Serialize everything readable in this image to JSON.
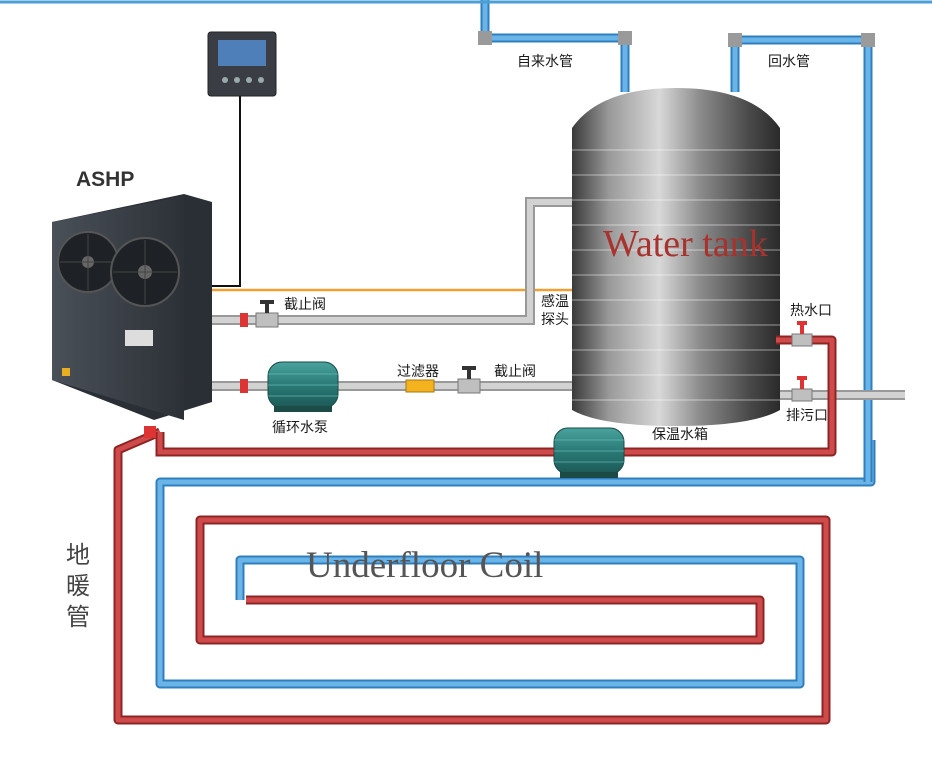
{
  "labels": {
    "ashp": "ASHP",
    "water_tank": "Water tank",
    "underfloor_coil": "Underfloor Coil",
    "tap_water_pipe": "自来水管",
    "return_pipe": "回水管",
    "shutoff_valve_top": "截止阀",
    "temp_probe_line1": "感温",
    "temp_probe_line2": "探头",
    "filter": "过滤器",
    "shutoff_valve_bottom": "截止阀",
    "circulation_pump": "循环水泵",
    "insulated_tank": "保温水箱",
    "hot_water_outlet": "热水口",
    "drain_outlet": "排污口",
    "floor_heating_1": "地",
    "floor_heating_2": "暖",
    "floor_heating_3": "管"
  },
  "colors": {
    "hot_pipe": "#c23b3b",
    "cold_pipe": "#4a9fd6",
    "gray_pipe": "#b4b4b4",
    "sensor_line": "#f0a030",
    "pump_body": "#2f7e7a",
    "unit_body": "#3a4047"
  }
}
